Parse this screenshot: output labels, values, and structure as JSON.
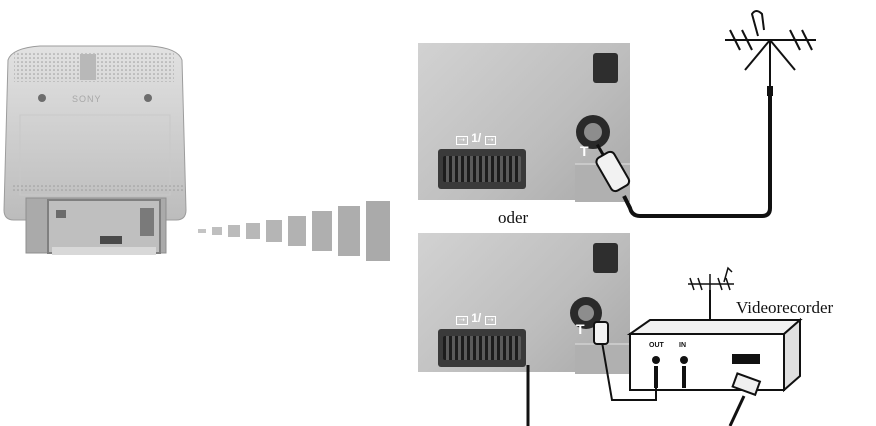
{
  "labels": {
    "or_text": "oder",
    "vcr_label": "Videorecorder",
    "out_label": "OUT",
    "in_label": "IN",
    "scart_label": "1/",
    "brand": "SONY"
  },
  "icons": [
    "tv-rear-view",
    "antenna-icon",
    "scart-connector",
    "rf-connector",
    "vcr-device"
  ],
  "colors": {
    "cable": "#111111",
    "panel": "#bdbdbd",
    "zoom_bars": "#b5b5b5"
  }
}
